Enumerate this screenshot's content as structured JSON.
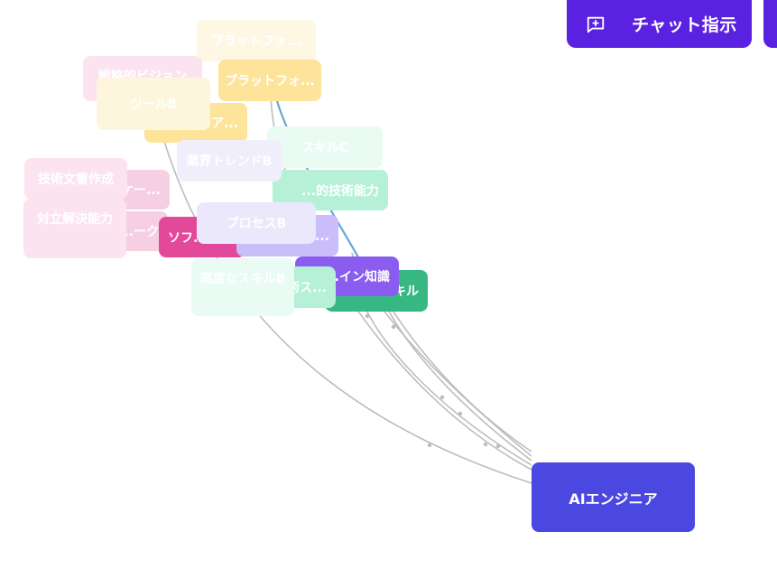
{
  "toolbar": {
    "chat_label": "チャット指示",
    "chat_icon": "chat-plus-icon",
    "accent": "#5b21e0"
  },
  "root": {
    "label": "AIエンジニア",
    "color": "#4a48e0"
  },
  "nodes": [
    {
      "id": "n-platform-ghost",
      "label": "プラットフォ...",
      "color": "#fdf7e3",
      "text_color": "#ffffff"
    },
    {
      "id": "n-strategic-vision",
      "label": "戦略的ビジョン",
      "color": "#fbe4f0",
      "text_color": "#ffffff"
    },
    {
      "id": "n-platform",
      "label": "プラットフォ...",
      "color": "#fde49a",
      "text_color": "#ffffff"
    },
    {
      "id": "n-tool-b",
      "label": "ツールB",
      "color": "#fdf6dc",
      "text_color": "#ffffff"
    },
    {
      "id": "n-software-ghost",
      "label": "...ェア...",
      "color": "#fde49a",
      "text_color": "#ffffff"
    },
    {
      "id": "n-skill-c",
      "label": "スキルC",
      "color": "#e9fbf3",
      "text_color": "#ffffff"
    },
    {
      "id": "n-industry-trend-b",
      "label": "業界トレンドB",
      "color": "#f1eefc",
      "text_color": "#ffffff"
    },
    {
      "id": "n-tech-doc",
      "label": "技術文書作成",
      "color": "#fbe4f0",
      "text_color": "#ffffff"
    },
    {
      "id": "n-communication",
      "label": "...ケー...",
      "color": "#f7cfe3",
      "text_color": "#ffffff"
    },
    {
      "id": "n-tech-ability",
      "label": "...的技術能力",
      "color": "#b5f0d7",
      "text_color": "#ffffff"
    },
    {
      "id": "n-conflict",
      "label": "対立解決能力",
      "color": "#fbe4f0",
      "text_color": "#ffffff"
    },
    {
      "id": "n-network",
      "label": "...ーク",
      "color": "#f7cfe3",
      "text_color": "#ffffff"
    },
    {
      "id": "n-software",
      "label": "ソフ...",
      "color": "#e2499a",
      "text_color": "#ffffff"
    },
    {
      "id": "n-process-b",
      "label": "プロセスB",
      "color": "#ece8fb",
      "text_color": "#ffffff"
    },
    {
      "id": "n-expert",
      "label": "...専門...",
      "color": "#c9befa",
      "text_color": "#ffffff"
    },
    {
      "id": "n-skill",
      "label": "...キル",
      "color": "#37b883",
      "text_color": "#ffffff"
    },
    {
      "id": "n-design-knowledge",
      "label": "...イン知識",
      "color": "#8a5cf0",
      "text_color": "#ffffff"
    },
    {
      "id": "n-tech-skill",
      "label": "...術ス...",
      "color": "#b5f0d7",
      "text_color": "#ffffff"
    },
    {
      "id": "n-advanced-skill-b",
      "label": "高度なスキルB",
      "color": "#e9fbf3",
      "text_color": "#ffffff"
    }
  ],
  "edge_colors": {
    "gray": "#bdbdbd",
    "blue": "#6aa6d8"
  }
}
